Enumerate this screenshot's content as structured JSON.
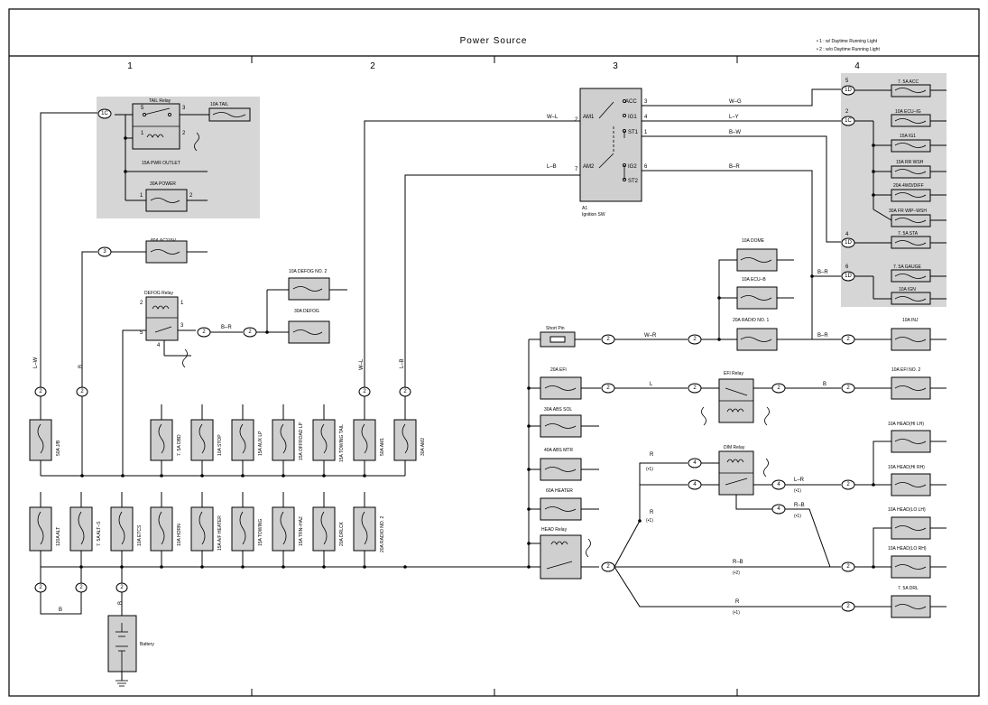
{
  "header": {
    "title": "Power Source",
    "notes": [
      "• 1 : w/ Daytime Running Light",
      "• 2 : w/o Daytime Running Light"
    ]
  },
  "zones": [
    "1",
    "2",
    "3",
    "4"
  ],
  "labels": {
    "tail_relay": "TAIL Relay",
    "tail_fuse": "10A TAIL",
    "pwr_outlet": "15A PWR OUTLET",
    "power": "30A POWER",
    "ac115v": "80A AC115V",
    "defog_no2": "10A DEFOG NO. 2",
    "defog": "30A DEFOG",
    "defog_relay": "DEFOG Relay",
    "ign_sw_id": "A1",
    "ign_sw_name": "Ignition SW",
    "acc": "7. 5A ACC",
    "ecu_ig": "10A ECU–IG",
    "ig1": "15A IG1",
    "rr_wsh": "15A RR WSH",
    "4wd_diff": "20A 4WD/DIFF",
    "fr_wip": "30A FR WIP–WSH",
    "sta": "7. 5A STA",
    "gauge": "7. 5A GAUGE",
    "ign": "10A IGN",
    "dome": "10A DOME",
    "ecu_b": "10A ECU–B",
    "radio1": "20A RADIO NO. 1",
    "inj": "10A INJ",
    "short_pin": "Short Pin",
    "efi": "20A EFI",
    "efi_relay": "EFI Relay",
    "efi2": "10A EFI NO. 2",
    "abs_sol": "30A ABS SOL",
    "abs_mtr": "40A ABS MTR",
    "heater": "60A HEATER",
    "head_relay": "HEAD Relay",
    "dim_relay": "DIM Relay",
    "head_hi_lh": "10A HEAD(HI LH)",
    "head_hi_rh": "10A HEAD(HI RH)",
    "head_lo_lh": "10A HEAD(LO LH)",
    "head_lo_rh": "10A HEAD(LO RH)",
    "drl": "7. 5A DRL",
    "battery": "Battery",
    "fuse_50a_jb": "50A J/B",
    "fuse_obd": "7. 5A OBD",
    "fuse_stop": "10A STOP",
    "fuse_aux": "15A AUX LP",
    "fuse_offroad": "15A OFFROAD LP",
    "fuse_towing_tail": "15A TOWING TAIL",
    "fuse_am1": "50A AM1",
    "fuse_am2": "30A AM2",
    "fuse_alt": "120A ALT",
    "fuse_alt_s": "7. 5A ALT–S",
    "fuse_etcs": "10A ETCS",
    "fuse_horn": "10A HORN",
    "fuse_af": "15A A/F HEATER",
    "fuse_towing": "15A TOWING",
    "fuse_trn": "15A TRN–HAZ",
    "fuse_drlck": "20A DRLCK",
    "fuse_radio2": "20A RADIO NO. 2"
  },
  "sw_terms": {
    "am1": "AM1",
    "am2": "AM2",
    "acc": "ACC",
    "ig1": "IG1",
    "st1": "ST1",
    "ig2": "IG2",
    "st2": "ST2"
  },
  "wires": {
    "lw": "L–W",
    "b": "B",
    "br": "B–R",
    "wl": "W–L",
    "lb": "L–B",
    "wg": "W–G",
    "ly": "L–Y",
    "bw": "B–W",
    "wr": "W–R",
    "l": "L",
    "r": "R",
    "lr": "L–R",
    "rb": "R–B",
    "s1": "(•1)",
    "s2": "(•2)"
  }
}
